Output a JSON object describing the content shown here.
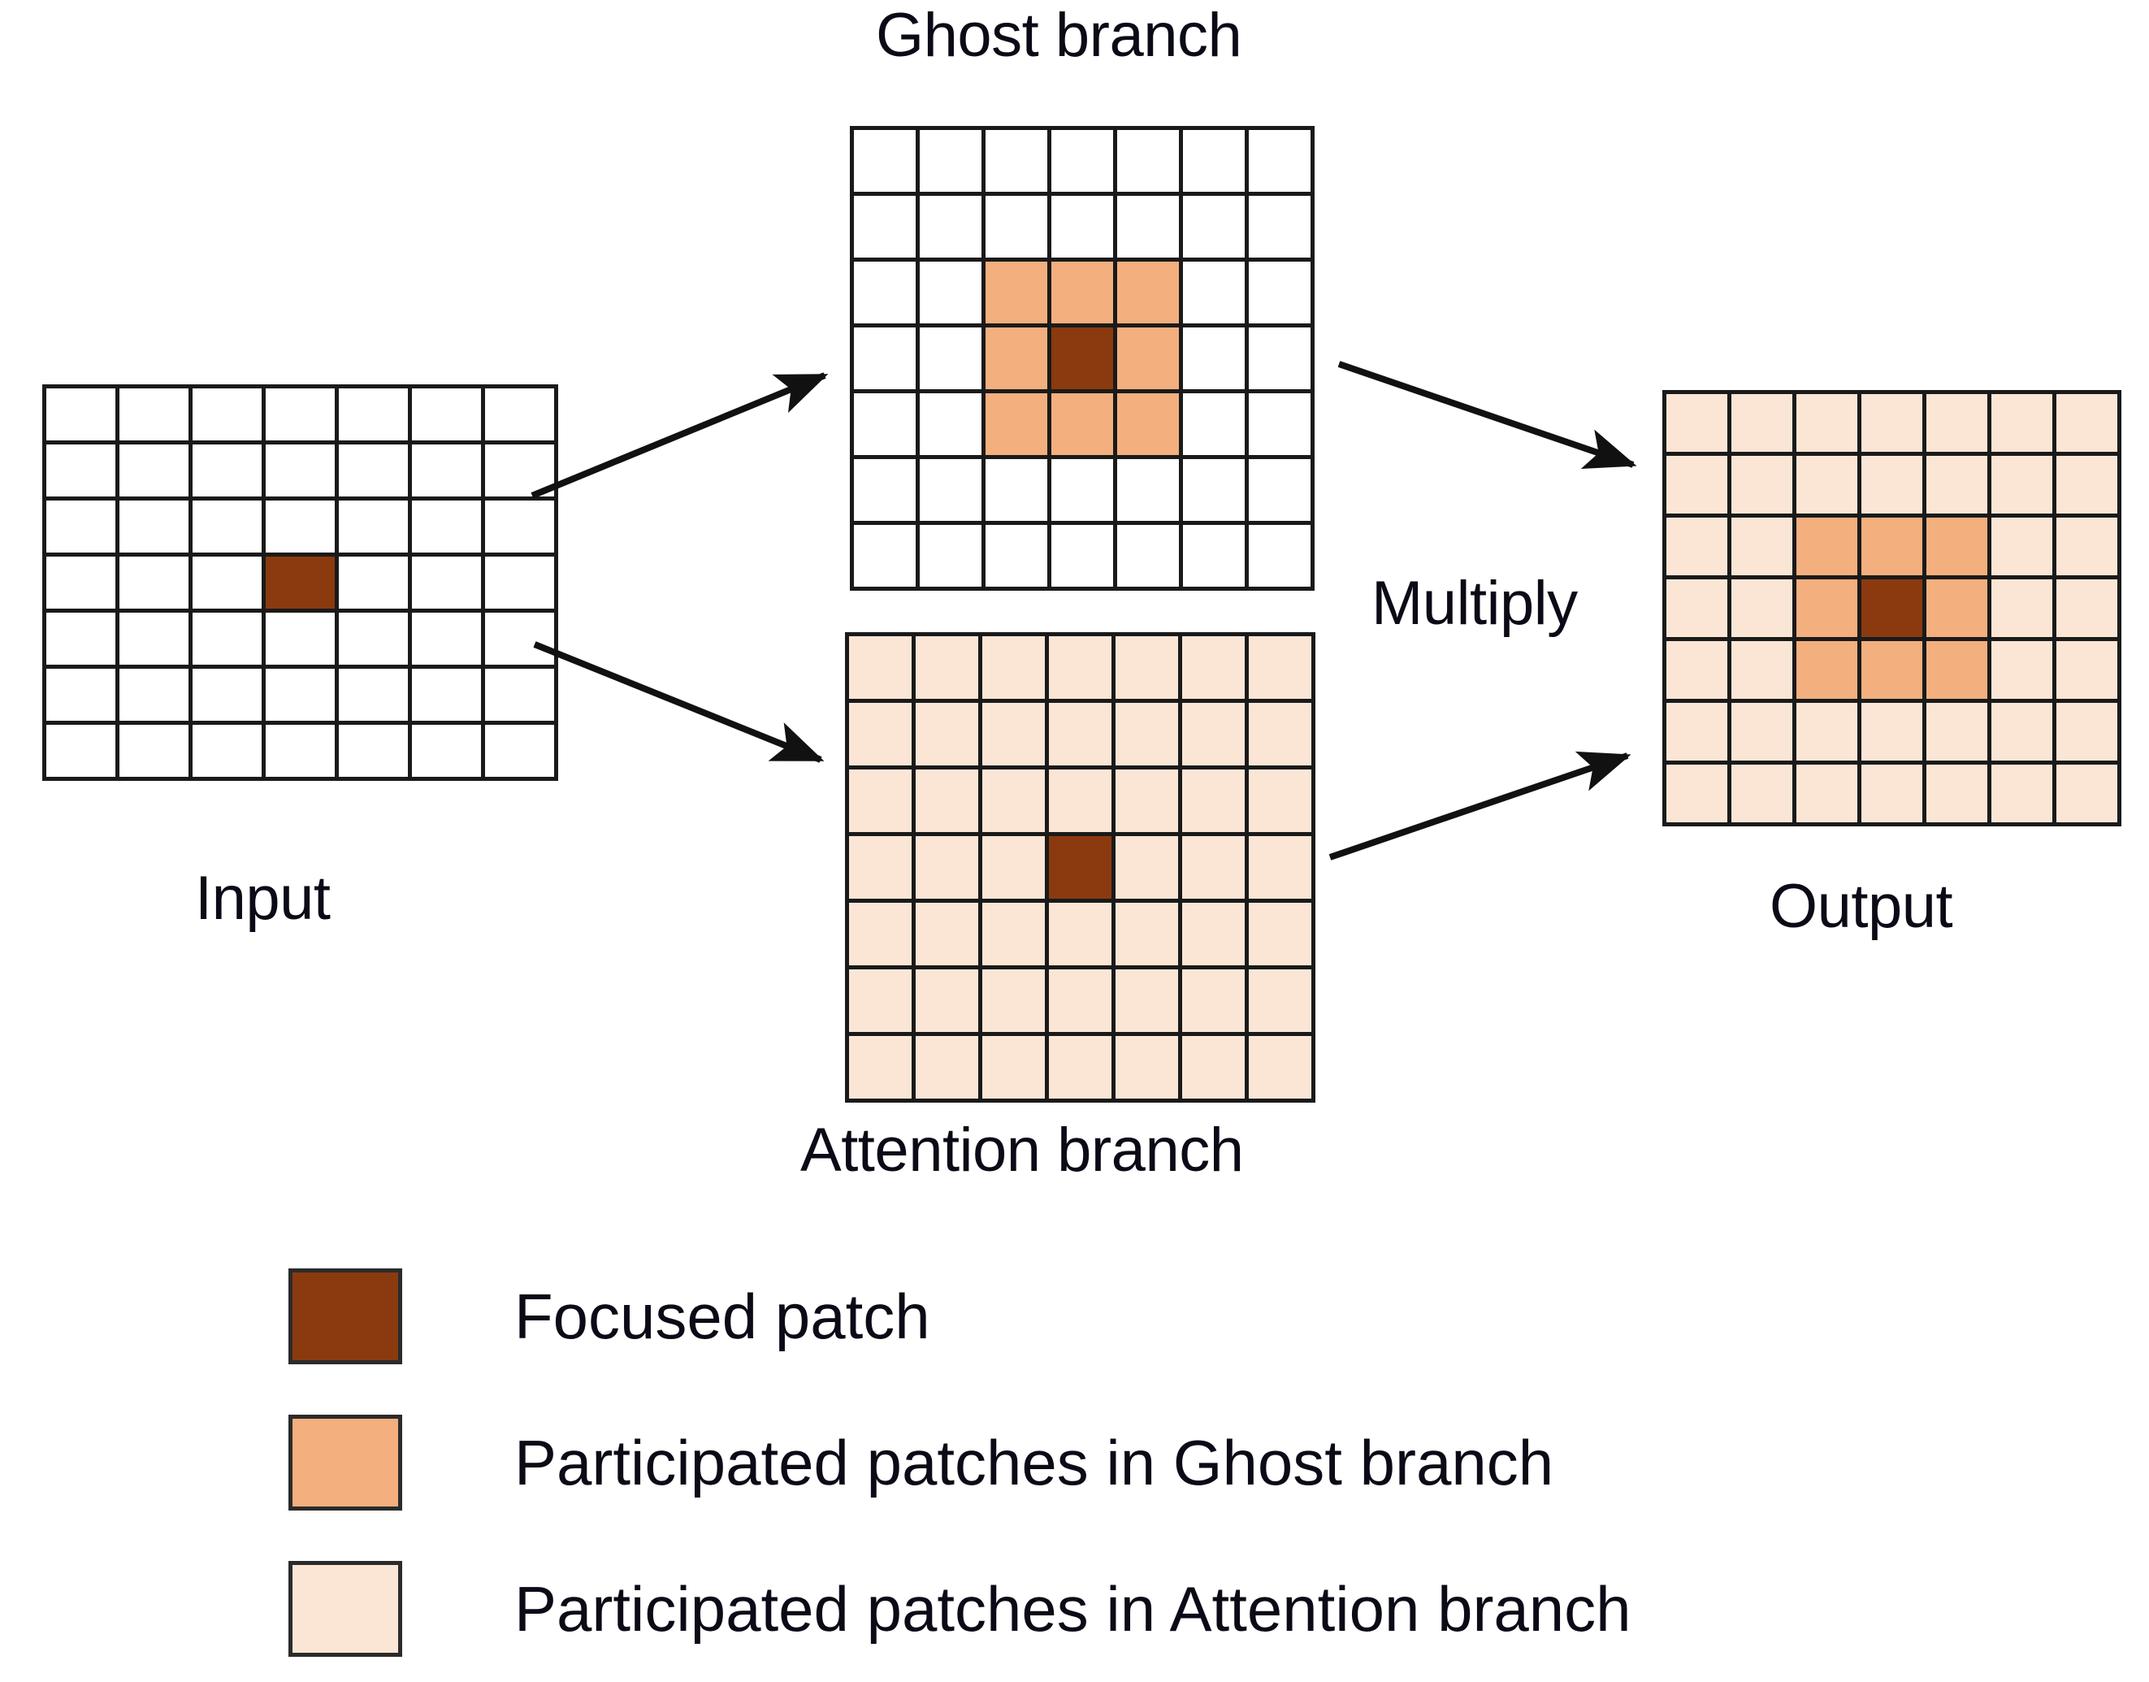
{
  "figure": {
    "title_ghost": "Ghost branch",
    "label_input": "Input",
    "label_output": "Output",
    "label_attention": "Attention branch",
    "label_multiply": "Multiply"
  },
  "colors": {
    "focused_patch": "#8B3A0F",
    "ghost_patch": "#F3AF7E",
    "attention_patch": "#FBE6D6",
    "empty_patch": "#FFFFFF",
    "grid_line": "#1A1A1A",
    "text": "#0B0B17",
    "background": "#FFFFFF"
  },
  "chart_data": {
    "type": "heatmap",
    "title": "Ghost branch / Attention branch multiply diagram",
    "grid_size": {
      "rows": 7,
      "cols": 7
    },
    "legend_position": "bottom-left",
    "grids": [
      {
        "name": "input",
        "label": "Input",
        "rows": 7,
        "cols": 7,
        "default_fill": "empty",
        "cells": [
          [
            "empty",
            "empty",
            "empty",
            "empty",
            "empty",
            "empty",
            "empty"
          ],
          [
            "empty",
            "empty",
            "empty",
            "empty",
            "empty",
            "empty",
            "empty"
          ],
          [
            "empty",
            "empty",
            "empty",
            "empty",
            "empty",
            "empty",
            "empty"
          ],
          [
            "empty",
            "empty",
            "empty",
            "focus",
            "empty",
            "empty",
            "empty"
          ],
          [
            "empty",
            "empty",
            "empty",
            "empty",
            "empty",
            "empty",
            "empty"
          ],
          [
            "empty",
            "empty",
            "empty",
            "empty",
            "empty",
            "empty",
            "empty"
          ],
          [
            "empty",
            "empty",
            "empty",
            "empty",
            "empty",
            "empty",
            "empty"
          ]
        ]
      },
      {
        "name": "ghost-branch",
        "label": "Ghost branch",
        "rows": 7,
        "cols": 7,
        "default_fill": "empty",
        "cells": [
          [
            "empty",
            "empty",
            "empty",
            "empty",
            "empty",
            "empty",
            "empty"
          ],
          [
            "empty",
            "empty",
            "empty",
            "empty",
            "empty",
            "empty",
            "empty"
          ],
          [
            "empty",
            "empty",
            "ghost",
            "ghost",
            "ghost",
            "empty",
            "empty"
          ],
          [
            "empty",
            "empty",
            "ghost",
            "focus",
            "ghost",
            "empty",
            "empty"
          ],
          [
            "empty",
            "empty",
            "ghost",
            "ghost",
            "ghost",
            "empty",
            "empty"
          ],
          [
            "empty",
            "empty",
            "empty",
            "empty",
            "empty",
            "empty",
            "empty"
          ],
          [
            "empty",
            "empty",
            "empty",
            "empty",
            "empty",
            "empty",
            "empty"
          ]
        ]
      },
      {
        "name": "attention-branch",
        "label": "Attention branch",
        "rows": 7,
        "cols": 7,
        "default_fill": "attention",
        "cells": [
          [
            "attention",
            "attention",
            "attention",
            "attention",
            "attention",
            "attention",
            "attention"
          ],
          [
            "attention",
            "attention",
            "attention",
            "attention",
            "attention",
            "attention",
            "attention"
          ],
          [
            "attention",
            "attention",
            "attention",
            "attention",
            "attention",
            "attention",
            "attention"
          ],
          [
            "attention",
            "attention",
            "attention",
            "focus",
            "attention",
            "attention",
            "attention"
          ],
          [
            "attention",
            "attention",
            "attention",
            "attention",
            "attention",
            "attention",
            "attention"
          ],
          [
            "attention",
            "attention",
            "attention",
            "attention",
            "attention",
            "attention",
            "attention"
          ],
          [
            "attention",
            "attention",
            "attention",
            "attention",
            "attention",
            "attention",
            "attention"
          ]
        ]
      },
      {
        "name": "output",
        "label": "Output",
        "rows": 7,
        "cols": 7,
        "default_fill": "attention",
        "cells": [
          [
            "attention",
            "attention",
            "attention",
            "attention",
            "attention",
            "attention",
            "attention"
          ],
          [
            "attention",
            "attention",
            "attention",
            "attention",
            "attention",
            "attention",
            "attention"
          ],
          [
            "attention",
            "attention",
            "ghost",
            "ghost",
            "ghost",
            "attention",
            "attention"
          ],
          [
            "attention",
            "attention",
            "ghost",
            "focus",
            "ghost",
            "attention",
            "attention"
          ],
          [
            "attention",
            "attention",
            "ghost",
            "ghost",
            "ghost",
            "attention",
            "attention"
          ],
          [
            "attention",
            "attention",
            "attention",
            "attention",
            "attention",
            "attention",
            "attention"
          ],
          [
            "attention",
            "attention",
            "attention",
            "attention",
            "attention",
            "attention",
            "attention"
          ]
        ]
      }
    ],
    "arrows": [
      {
        "name": "input-to-ghost",
        "from": "input",
        "to": "ghost-branch",
        "label": ""
      },
      {
        "name": "input-to-attention",
        "from": "input",
        "to": "attention-branch",
        "label": ""
      },
      {
        "name": "ghost-to-output",
        "from": "ghost-branch",
        "to": "output",
        "label": "Multiply"
      },
      {
        "name": "attention-to-output",
        "from": "attention-branch",
        "to": "output",
        "label": "Multiply"
      }
    ],
    "legend": [
      {
        "key": "focus",
        "color": "#8B3A0F",
        "label": "Focused patch"
      },
      {
        "key": "ghost",
        "color": "#F3AF7E",
        "label": "Participated patches in Ghost branch"
      },
      {
        "key": "attention",
        "color": "#FBE6D6",
        "label": "Participated patches in Attention branch"
      }
    ]
  }
}
